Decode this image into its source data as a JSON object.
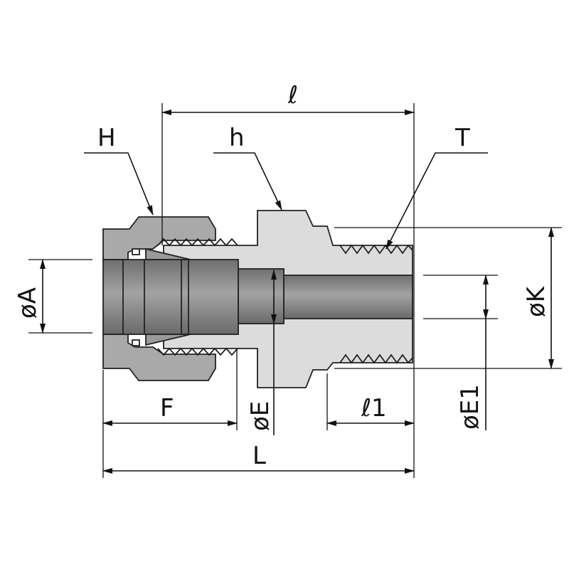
{
  "labels": {
    "overall_length_small": "ℓ",
    "nut_hex": "H",
    "body_hex": "h",
    "thread": "T",
    "dia_A": "øA",
    "dia_K": "øK",
    "dia_E": "øE",
    "dia_E1": "øE1",
    "F": "F",
    "L": "L",
    "thread_length": "ℓ1"
  },
  "colors": {
    "nut": "#a9a9a9",
    "body": "#dcdcdc",
    "tube": "#8c8c8c",
    "line": "#111111"
  }
}
